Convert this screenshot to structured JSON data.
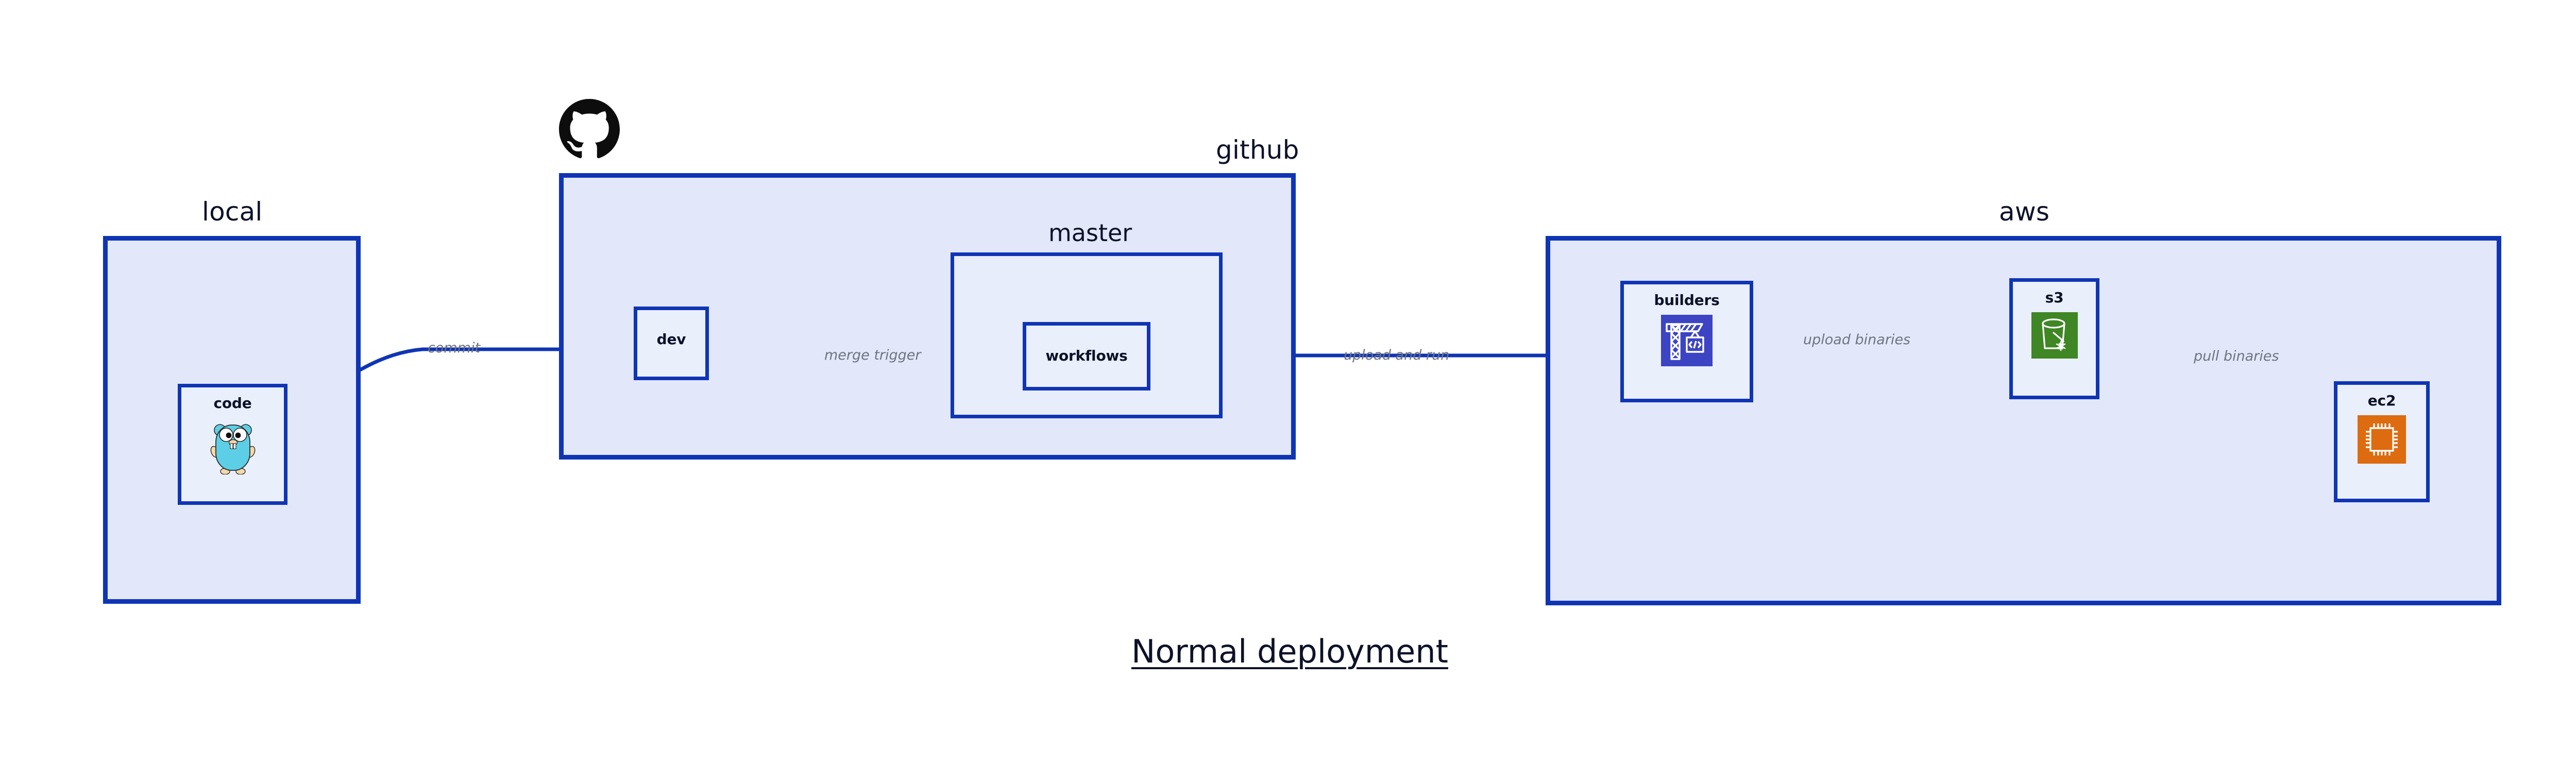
{
  "diagram": {
    "title": "Normal deployment",
    "background": "#ffffff",
    "accent_color": "#0f35b5",
    "group_fill": "#e2e7fa",
    "node_fill": "#eaeffc",
    "edge_label_color": "#6f7480"
  },
  "groups": {
    "local": {
      "label": "local"
    },
    "github": {
      "label": "github",
      "logo_icon": "github-octocat-icon"
    },
    "master": {
      "label": "master"
    },
    "aws": {
      "label": "aws"
    }
  },
  "nodes": {
    "code": {
      "label": "code",
      "icon": "go-gopher-icon",
      "icon_color": "#5ccfe6"
    },
    "dev": {
      "label": "dev",
      "icon": null
    },
    "workflows": {
      "label": "workflows",
      "icon": null
    },
    "builders": {
      "label": "builders",
      "icon": "aws-codebuild-crane-icon",
      "icon_color": "#3c44c4"
    },
    "s3": {
      "label": "s3",
      "icon": "aws-s3-bucket-icon",
      "icon_color": "#3f8624"
    },
    "ec2": {
      "label": "ec2",
      "icon": "aws-ec2-chip-icon",
      "icon_color": "#dd6b10"
    }
  },
  "edges": [
    {
      "id": "commit",
      "label": "commit",
      "from": "code",
      "to": "dev"
    },
    {
      "id": "merge-trigger",
      "label": "merge trigger",
      "from": "dev",
      "to": "workflows"
    },
    {
      "id": "upload-and-run",
      "label": "upload and run",
      "from": "workflows",
      "to": "builders"
    },
    {
      "id": "upload-binaries",
      "label": "upload binaries",
      "from": "builders",
      "to": "s3"
    },
    {
      "id": "pull-binaries",
      "label": "pull binaries",
      "from": "s3",
      "to": "ec2"
    }
  ]
}
